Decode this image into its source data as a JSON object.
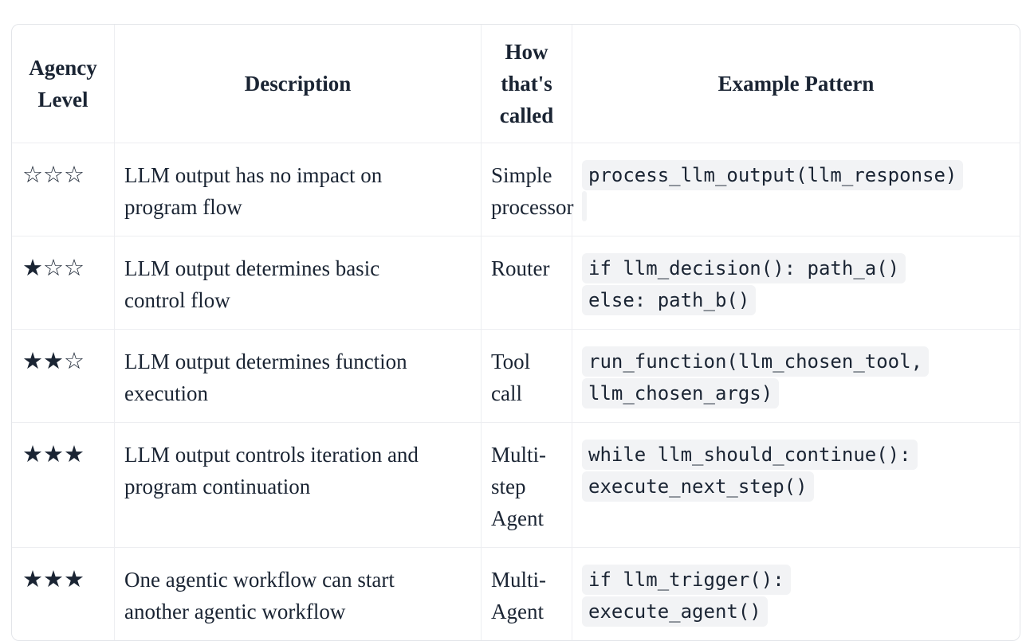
{
  "colors": {
    "text": "#1a2433",
    "table_border_outer": "#e3e5e9",
    "table_border_inner": "#edeef1",
    "code_chip_bg": "#f2f3f5",
    "page_bg": "#ffffff"
  },
  "table": {
    "columns": [
      {
        "id": "agency-level",
        "label": "Agency\nLevel"
      },
      {
        "id": "description",
        "label": "Description"
      },
      {
        "id": "how-called",
        "label": "How\nthat's\ncalled"
      },
      {
        "id": "example-pattern",
        "label": "Example Pattern"
      }
    ],
    "rows": [
      {
        "agency_level": "☆☆☆",
        "description": "LLM output has no impact on\nprogram flow",
        "how_called": "Simple\nprocessor",
        "code_lines": [
          "process_llm_output(llm_response)",
          ""
        ]
      },
      {
        "agency_level": "★☆☆",
        "description": "LLM output determines basic\ncontrol flow",
        "how_called": "Router",
        "code_lines": [
          "if llm_decision(): path_a()",
          "else: path_b()"
        ]
      },
      {
        "agency_level": "★★☆",
        "description": "LLM output determines function\nexecution",
        "how_called": "Tool call",
        "code_lines": [
          "run_function(llm_chosen_tool,",
          "llm_chosen_args)"
        ]
      },
      {
        "agency_level": "★★★",
        "description": "LLM output controls iteration and\nprogram continuation",
        "how_called": "Multi-step\nAgent",
        "code_lines": [
          "while llm_should_continue():",
          "execute_next_step()"
        ]
      },
      {
        "agency_level": "★★★",
        "description": "One agentic workflow can start\nanother agentic workflow",
        "how_called": "Multi-\nAgent",
        "code_lines": [
          "if llm_trigger():",
          "execute_agent()"
        ]
      }
    ]
  }
}
